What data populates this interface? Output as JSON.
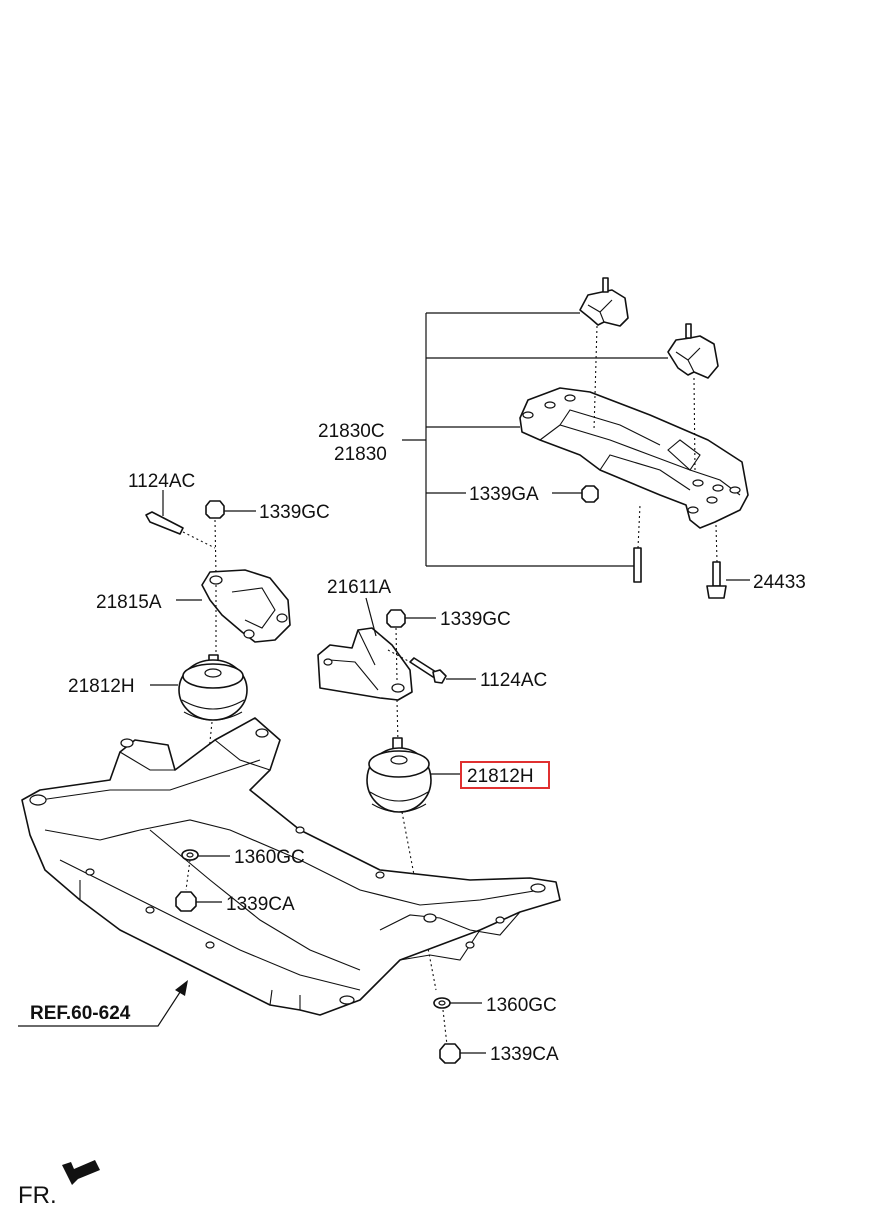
{
  "labels": {
    "p21830C": "21830C",
    "p21830": "21830",
    "p1339GA": "1339GA",
    "p24433": "24433",
    "p1124AC_left": "1124AC",
    "p1339GC_left": "1339GC",
    "p21815A": "21815A",
    "p21812H_left": "21812H",
    "p21611A": "21611A",
    "p1339GC_right": "1339GC",
    "p1124AC_right": "1124AC",
    "p21812H_right": "21812H",
    "p1360GC_left": "1360GC",
    "p1339CA_left": "1339CA",
    "p1360GC_right": "1360GC",
    "p1339CA_right": "1339CA",
    "ref": "REF.60-624",
    "front": "FR."
  },
  "highlight": {
    "part": "21812H",
    "color": "#e03030"
  }
}
